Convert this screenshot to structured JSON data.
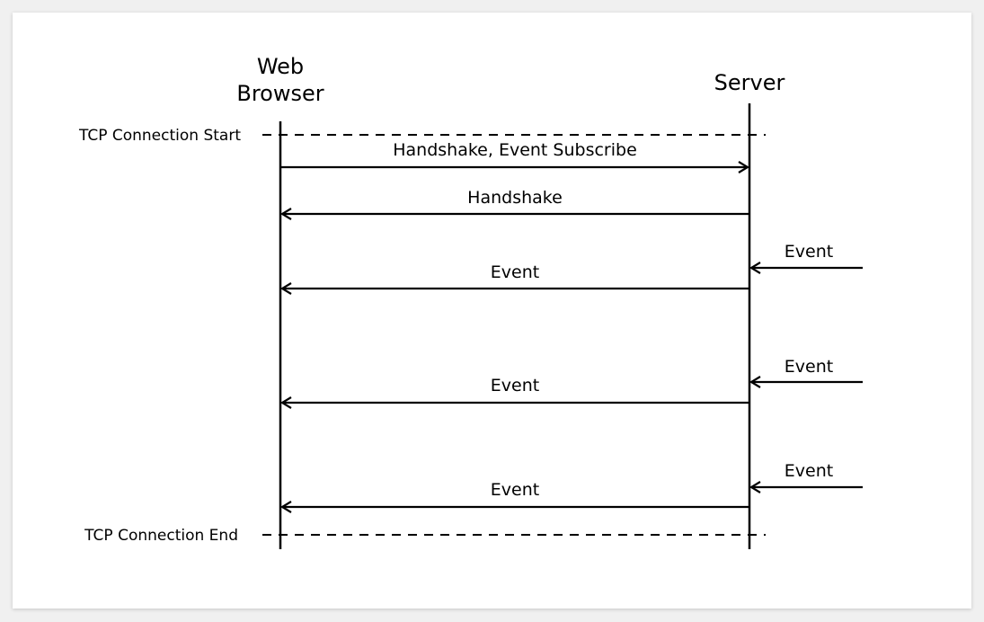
{
  "participants": {
    "browser_line1": "Web",
    "browser_line2": "Browser",
    "server": "Server"
  },
  "boundaries": {
    "start": "TCP Connection Start",
    "end": "TCP Connection End"
  },
  "messages": [
    {
      "label": "Handshake, Event Subscribe",
      "direction": "browser-to-server"
    },
    {
      "label": "Handshake",
      "direction": "server-to-browser"
    },
    {
      "label": "Event",
      "direction": "server-to-browser"
    },
    {
      "label": "Event",
      "direction": "server-to-browser"
    },
    {
      "label": "Event",
      "direction": "server-to-browser"
    }
  ],
  "incoming_events": [
    {
      "label": "Event"
    },
    {
      "label": "Event"
    },
    {
      "label": "Event"
    }
  ],
  "colors": {
    "line": "#000000",
    "card": "#ffffff",
    "background": "#f0f0f0"
  }
}
